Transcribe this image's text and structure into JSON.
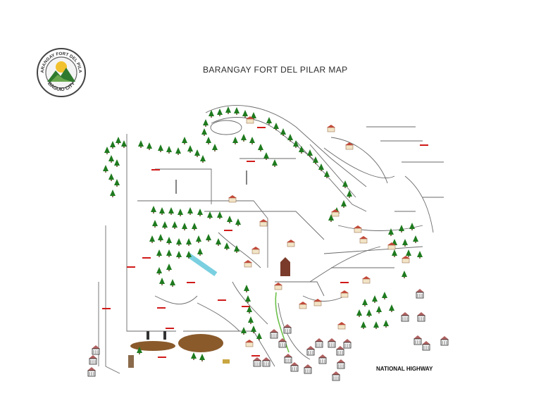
{
  "map": {
    "title": "BARANGAY FORT DEL PILAR MAP",
    "seal": {
      "top_text": "BARANGAY FORT DEL PILAR",
      "bottom_text": "BAGUIO CITY"
    },
    "highway_label": "NATIONAL HIGHWAY"
  },
  "colors": {
    "tree": "#1e7a1e",
    "road": "#555555",
    "house_roof": "#b06060",
    "house_body": "#f2e4c6",
    "block_label": "#d11a1a",
    "field": "#8a5a2b",
    "water": "#7ad0e0",
    "path": "#6cc04a"
  },
  "icons": [
    "seal-logo",
    "tree-icon",
    "house-icon",
    "hut-icon",
    "church-icon",
    "basketball-hoop-icon",
    "water-pool-icon",
    "playing-field-icon"
  ]
}
